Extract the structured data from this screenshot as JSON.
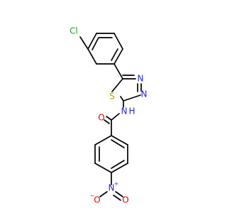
{
  "molecule": {
    "atoms": {
      "chlorine": "Cl",
      "sulfur": "S",
      "nitrogen_ring_upper": "N",
      "nitrogen_ring_lower": "N",
      "amide_nitrogen": "N",
      "amide_hydrogen": "H",
      "carbonyl_oxygen": "O",
      "nitro_nitrogen": "N",
      "nitro_oxygen_left": "O",
      "nitro_oxygen_right": "O"
    },
    "charges": {
      "nitro_nitrogen": "+",
      "nitro_oxygen_left": "−"
    },
    "colors": {
      "bond": "#000000",
      "chlorine": "#1fa01f",
      "sulfur": "#b3a400",
      "nitrogen": "#1f1fe6",
      "oxygen": "#e60000"
    }
  }
}
